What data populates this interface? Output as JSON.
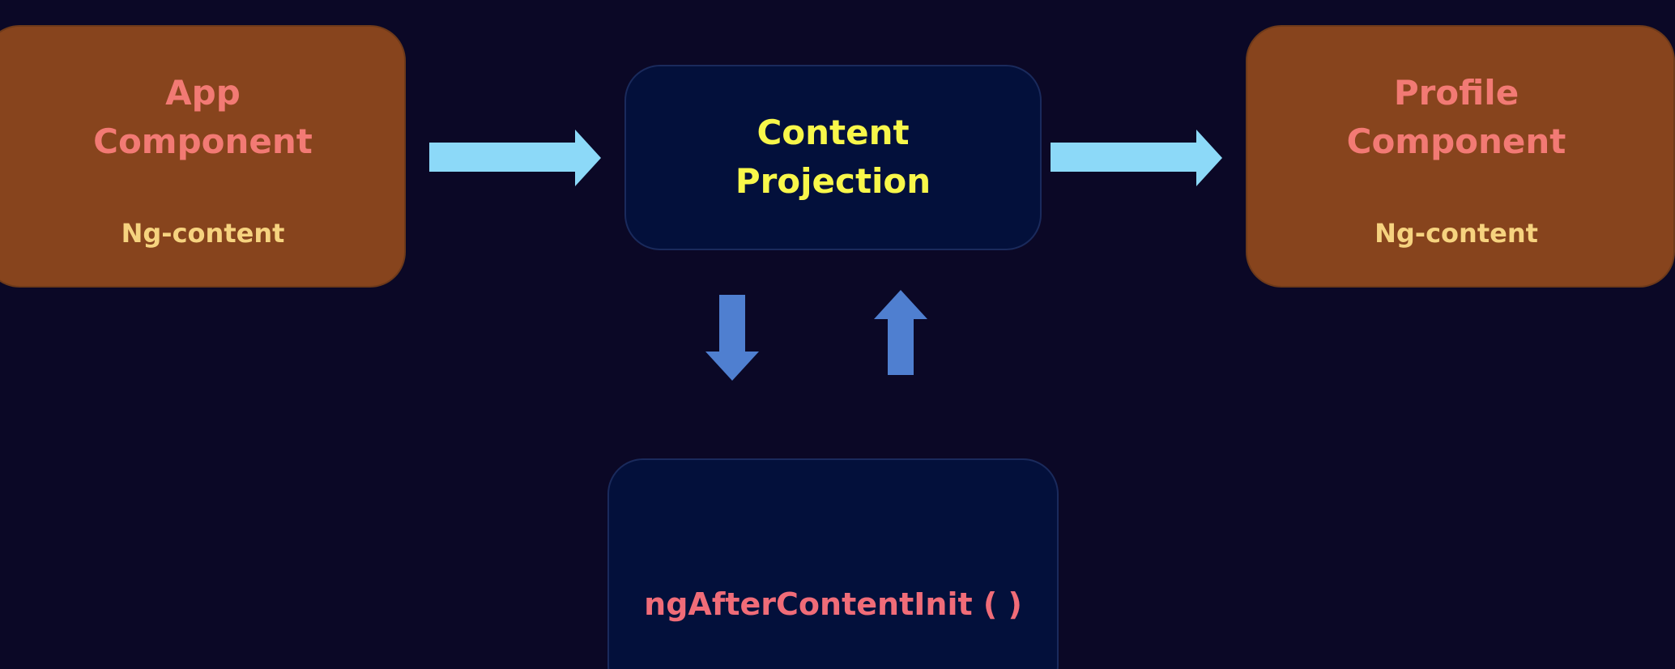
{
  "diagram": {
    "app_component": {
      "title_line1": "App",
      "title_line2": "Component",
      "subtitle": "Ng-content"
    },
    "content_projection": {
      "title_line1": "Content",
      "title_line2": "Projection"
    },
    "profile_component": {
      "title_line1": "Profile",
      "title_line2": "Component",
      "subtitle": "Ng-content"
    },
    "lifecycle_hook": {
      "title": "ngAfterContentInit ( )"
    },
    "colors": {
      "background": "#0b0826",
      "component_box": "#87441d",
      "projection_box": "#03103b",
      "horizontal_arrow": "#8cd9f8",
      "vertical_arrow": "#4f7fd0",
      "component_title": "#f27a74",
      "component_subtitle": "#f6d37f",
      "projection_title": "#f8f74a",
      "hook_title": "#f06c78"
    }
  }
}
